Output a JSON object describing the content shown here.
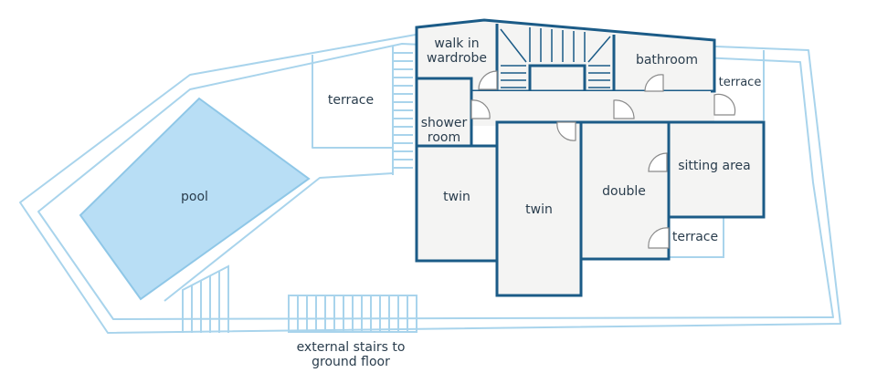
{
  "rooms": {
    "walk_in_wardrobe": [
      "walk in",
      "wardrobe"
    ],
    "bathroom": "bathroom",
    "terrace_top_right": "terrace",
    "terrace_left": "terrace",
    "shower_room": [
      "shower",
      "room"
    ],
    "sitting_area": "sitting area",
    "pool": "pool",
    "twin_left": "twin",
    "twin_center": "twin",
    "double": "double",
    "terrace_bottom_right": "terrace"
  },
  "external_stairs": [
    "external stairs to",
    "ground floor"
  ],
  "colors": {
    "wall": "#1b5b87",
    "outline": "#a9d4ec",
    "pool": "#b8def5",
    "room_fill": "#f4f4f3",
    "text": "#2a3d4d"
  }
}
